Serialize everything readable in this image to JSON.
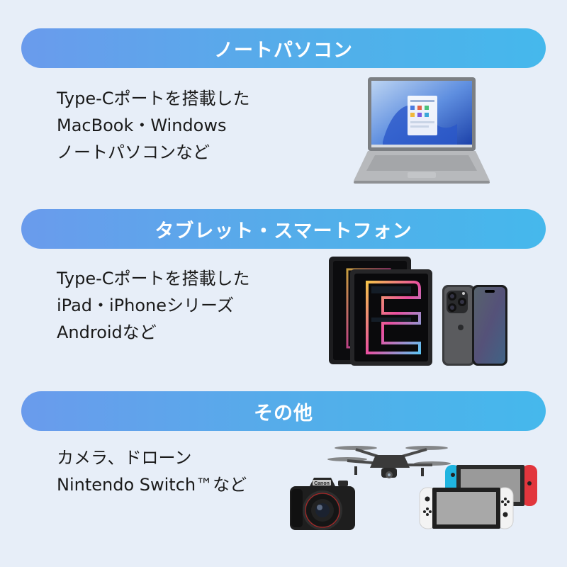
{
  "sections": [
    {
      "heading": "ノートパソコン",
      "lines": [
        "Type-Cポートを搭載した",
        "MacBook・Windows",
        "ノートパソコンなど"
      ]
    },
    {
      "heading": "タブレット・スマートフォン",
      "lines": [
        "Type-Cポートを搭載した",
        "iPad・iPhoneシリーズ",
        "Androidなど"
      ]
    },
    {
      "heading": "その他",
      "lines": [
        "カメラ、ドローン",
        "Nintendo Switch™など"
      ]
    }
  ],
  "camera_badge": "Canon",
  "colors": {
    "banner_start": "#6a9bec",
    "banner_end": "#45b8ec",
    "background": "#e7eef8",
    "text": "#1a1a1a",
    "joycon_red": "#e2363d",
    "joycon_blue": "#1fb4e0"
  },
  "icons": [
    "laptop-icon",
    "tablet-icon",
    "smartphone-icon",
    "drone-icon",
    "camera-icon",
    "game-console-icon"
  ]
}
